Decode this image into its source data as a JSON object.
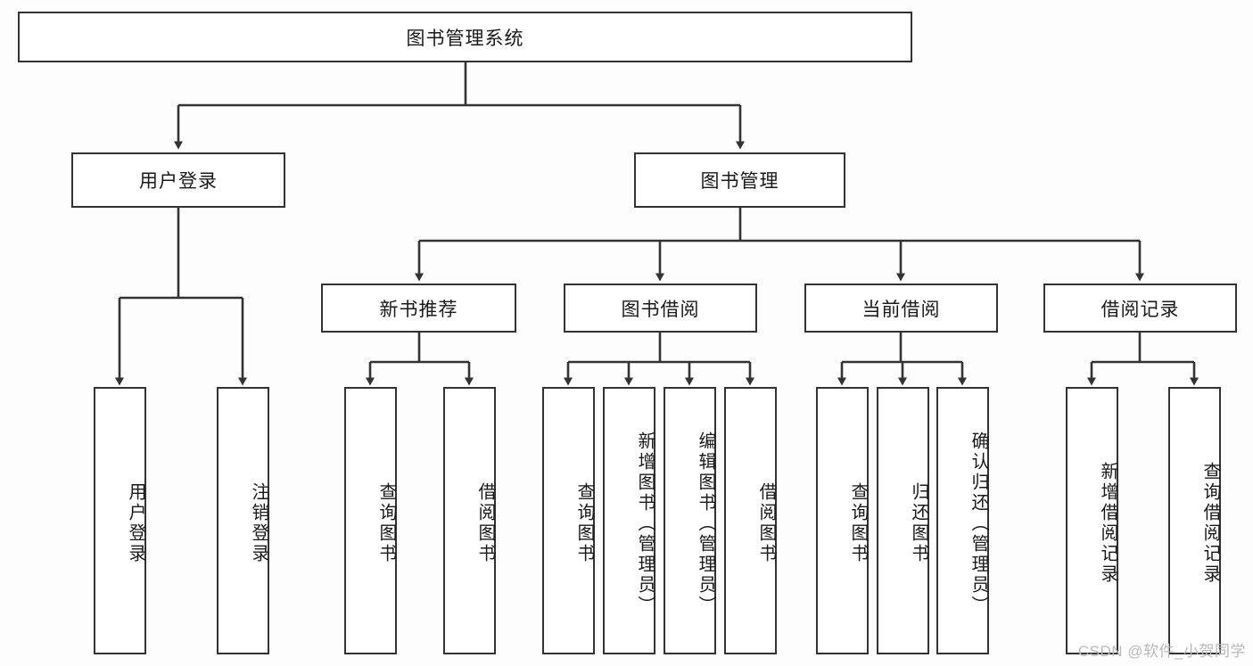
{
  "diagram": {
    "type": "hierarchy-tree",
    "title": "图书管理系统",
    "watermark": "CSDN @软件_小贺同学",
    "colors": {
      "background": "#fdfdfd",
      "node_fill": "#ffffff",
      "stroke": "#333333",
      "text": "#1a1a1a",
      "watermark": "#b9b9b9"
    },
    "levels": {
      "level1": {
        "label": "图书管理系统"
      },
      "level2": [
        {
          "label": "用户登录"
        },
        {
          "label": "图书管理"
        }
      ],
      "level3": [
        {
          "label": "新书推荐"
        },
        {
          "label": "图书借阅"
        },
        {
          "label": "当前借阅"
        },
        {
          "label": "借阅记录"
        }
      ],
      "leaves": {
        "user_login": [
          {
            "label": "用户登录"
          },
          {
            "label": "注销登录"
          }
        ],
        "new_book_recommend": [
          {
            "label": "查询图书"
          },
          {
            "label": "借阅图书"
          }
        ],
        "book_borrow": [
          {
            "label": "查询图书"
          },
          {
            "label": "新增图书（管理员）"
          },
          {
            "label": "编辑图书（管理员）"
          },
          {
            "label": "借阅图书"
          }
        ],
        "current_borrow": [
          {
            "label": "查询图书"
          },
          {
            "label": "归还图书"
          },
          {
            "label": "确认归还（管理员）"
          }
        ],
        "borrow_record": [
          {
            "label": "新增借阅记录"
          },
          {
            "label": "查询借阅记录"
          }
        ]
      }
    }
  }
}
